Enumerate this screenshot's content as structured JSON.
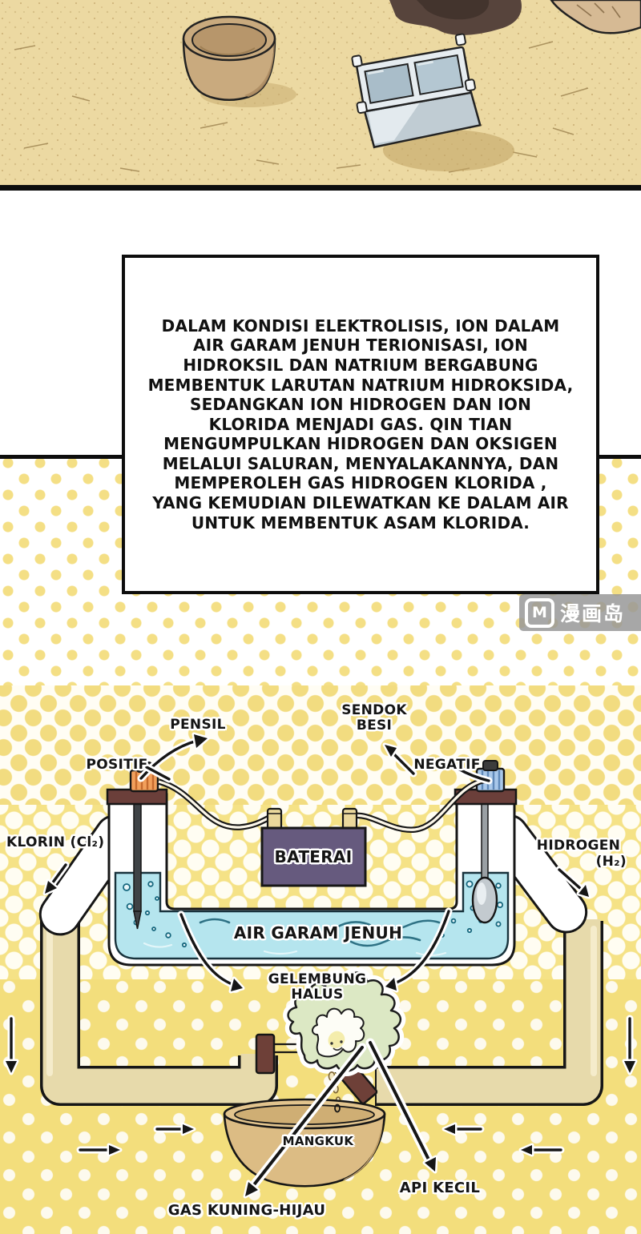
{
  "narration": "DALAM KONDISI ELEKTROLISIS, ION DALAM\nAIR GARAM JENUH TERIONISASI, ION\nHIDROKSIL DAN NATRIUM BERGABUNG\nMEMBENTUK LARUTAN NATRIUM HIDROKSIDA,\nSEDANGKAN ION HIDROGEN DAN ION\nKLORIDA MENJADI GAS. QIN TIAN\nMENGUMPULKAN HIDROGEN DAN OKSIGEN\nMELALUI SALURAN, MENYALAKANNYA, DAN\nMEMPEROLEH GAS HIDROGEN KLORIDA ,\nYANG KEMUDIAN DILEWATKAN KE DALAM AIR\nUNTUK MEMBENTUK ASAM KLORIDA.",
  "watermark": {
    "logo": "M",
    "site_name": "漫画岛"
  },
  "diagram": {
    "labels": {
      "positive_electrode": "PENSIL",
      "positive_terminal": "POSITIF",
      "negative_electrode": "SENDOK\nBESI",
      "negative_terminal": "NEGATIF",
      "left_gas": "KLORIN (Cl₂)",
      "right_gas_line1": "HIDROGEN",
      "right_gas_line2": "(H₂)",
      "battery": "BATERAI",
      "solution": "AIR GARAM JENUH",
      "bubbles": "GELEMBUNG\nHALUS",
      "bowl": "MANGKUK",
      "small_flame": "API KECIL",
      "gas_product": "GAS KUNING-HIJAU"
    },
    "colors": {
      "sand": "#ecd9a2",
      "water": "#b5e5ee",
      "battery": "#665a7e",
      "gas_tube": "#e7daab",
      "terminal_positive": "#f2a05c",
      "terminal_negative": "#a9c8ea",
      "flame_outer": "#dce8c4",
      "dot_yellow": "#f4df85"
    }
  }
}
